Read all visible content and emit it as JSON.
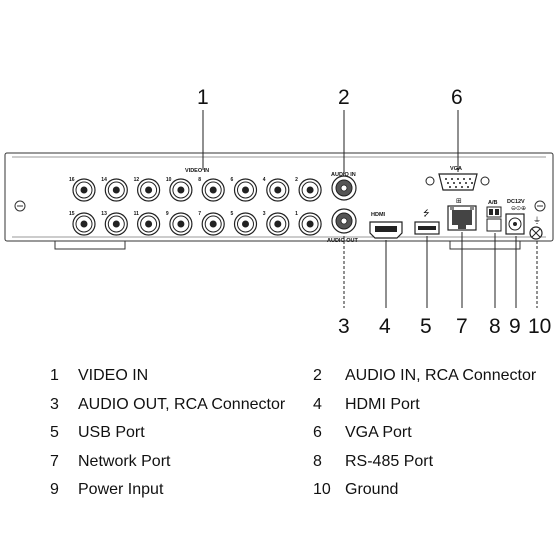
{
  "panel": {
    "video_in_label": "VIDEO IN",
    "audio_in_label": "AUDIO IN",
    "audio_out_label": "AUDIO OUT",
    "hdmi_label": "HDMI",
    "vga_label": "VGA",
    "rs485_label": "A/B",
    "power_label": "DC12V",
    "top_row_channels": [
      "16",
      "14",
      "12",
      "10",
      "8",
      "6",
      "4",
      "2"
    ],
    "bottom_row_channels": [
      "15",
      "13",
      "11",
      "9",
      "7",
      "5",
      "3",
      "1"
    ]
  },
  "callouts": [
    "1",
    "2",
    "3",
    "4",
    "5",
    "6",
    "7",
    "8",
    "9",
    "10"
  ],
  "legend": [
    {
      "num": "1",
      "text": "VIDEO IN"
    },
    {
      "num": "2",
      "text": "AUDIO IN, RCA Connector"
    },
    {
      "num": "3",
      "text": "AUDIO OUT, RCA Connector"
    },
    {
      "num": "4",
      "text": "HDMI Port"
    },
    {
      "num": "5",
      "text": "USB Port"
    },
    {
      "num": "6",
      "text": "VGA Port"
    },
    {
      "num": "7",
      "text": "Network Port"
    },
    {
      "num": "8",
      "text": "RS-485 Port"
    },
    {
      "num": "9",
      "text": "Power Input"
    },
    {
      "num": "10",
      "text": "Ground"
    }
  ]
}
